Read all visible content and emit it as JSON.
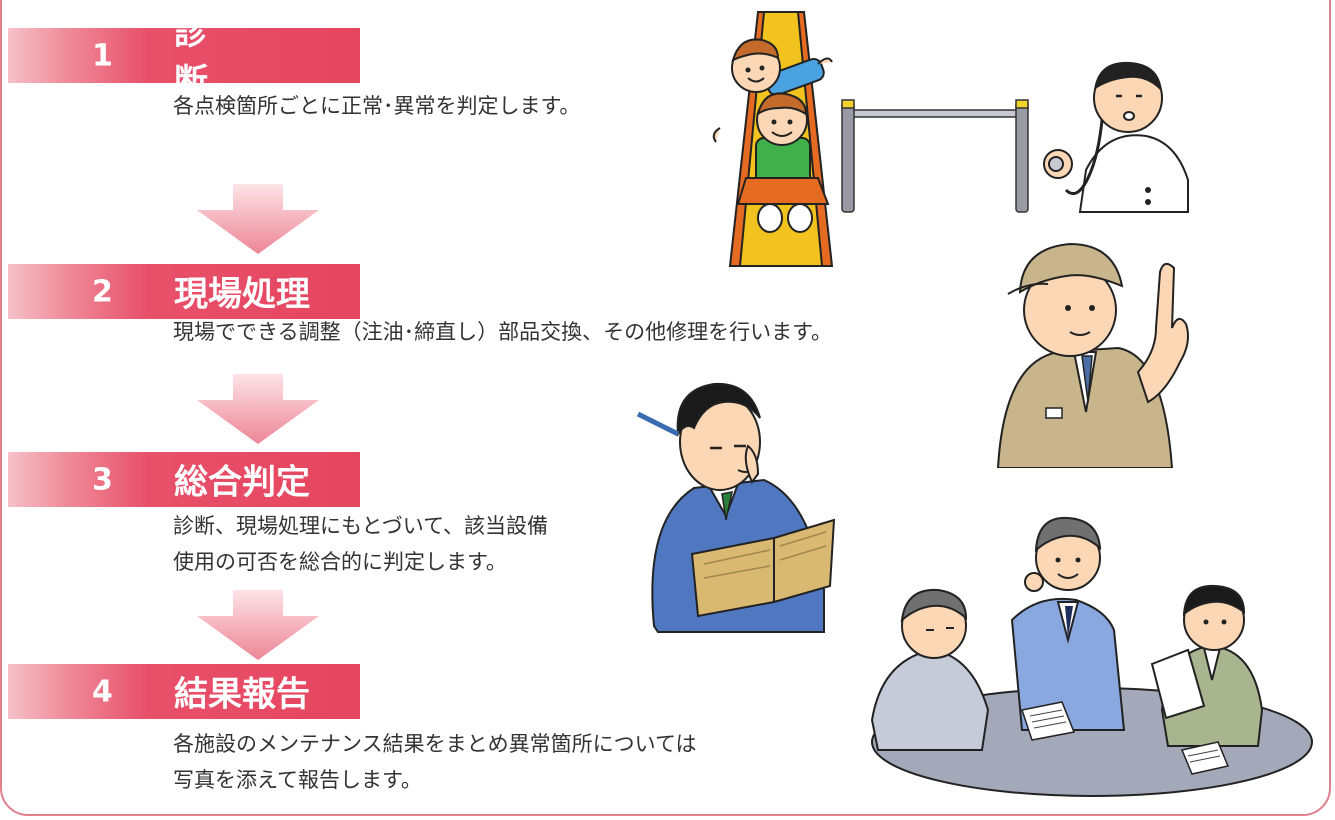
{
  "steps": [
    {
      "number": "1",
      "title": "診断",
      "description": [
        "各点検箇所ごとに正常･異常を判定します。"
      ]
    },
    {
      "number": "2",
      "title": "現場処理",
      "description": [
        "現場でできる調整（注油･締直し）部品交換、その他修理を行います。"
      ]
    },
    {
      "number": "3",
      "title": "総合判定",
      "description": [
        "診断、現場処理にもとづいて、該当設備",
        "使用の可否を総合的に判定します。"
      ]
    },
    {
      "number": "4",
      "title": "結果報告",
      "description": [
        "各施設のメンテナンス結果をまとめ異常箇所については",
        "写真を添えて報告します。"
      ]
    }
  ],
  "colors": {
    "accent": "#e6455f",
    "frame": "#e2818e",
    "arrow": "#f2a3b0",
    "text": "#333333"
  },
  "illustrations": [
    "children-on-slide-illustration",
    "horizontal-bar-illustration",
    "doctor-with-stethoscope-illustration",
    "worker-pointing-illustration",
    "man-reading-book-illustration",
    "meeting-illustration"
  ]
}
